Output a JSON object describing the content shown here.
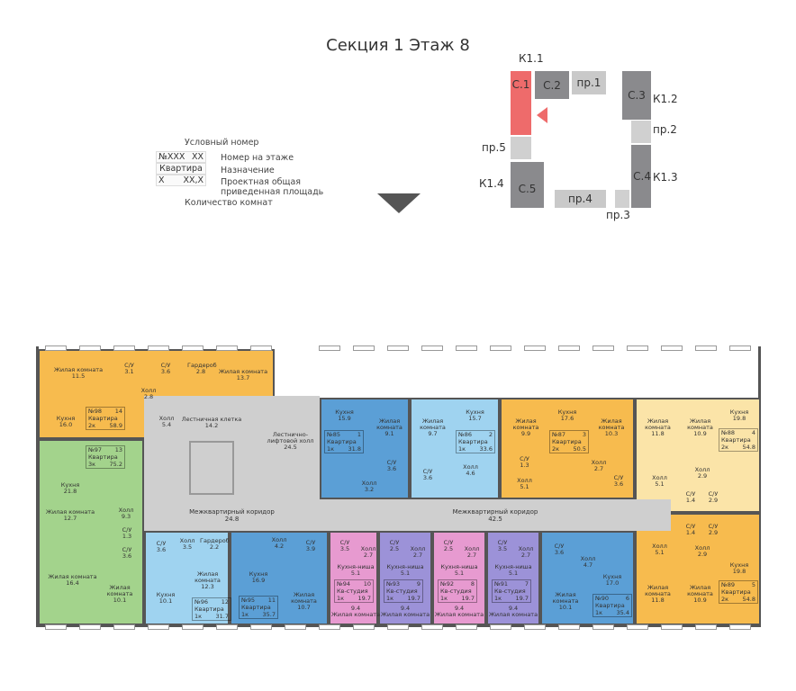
{
  "title": "Секция 1 Этаж 8",
  "legend": {
    "heading": "Условный номер",
    "box_no": "№XXX",
    "box_floor_no": "XX",
    "box_type": "Квартира",
    "box_rooms": "X",
    "box_area": "XX,X",
    "floor_no": "Номер на этаже",
    "purpose": "Назначение",
    "area": "Проектная общая приведенная площадь",
    "rooms": "Количество комнат"
  },
  "key_plan": {
    "k1_1": "К1.1",
    "k1_2": "К1.2",
    "k1_3": "К1.3",
    "k1_4": "К1.4",
    "c1": "С.1",
    "c2": "С.2",
    "c3": "С.3",
    "c4": "С.4",
    "c5": "С.5",
    "pr1": "пр.1",
    "pr2": "пр.2",
    "pr3": "пр.3",
    "pr4": "пр.4",
    "pr5": "пр.5",
    "active_color": "#ee6b6b"
  },
  "core": {
    "stair": {
      "name": "Лестничная клетка",
      "area": "14.2"
    },
    "lift_hall": {
      "name": "Лестнично-лифтовой холл",
      "area": "24.5"
    },
    "corridor_left": {
      "name": "Межквартирный коридор",
      "area": "24.8"
    },
    "corridor_right": {
      "name": "Межквартирный коридор",
      "area": "42.5"
    }
  },
  "units": [
    {
      "no": "№98",
      "floor_no": "14",
      "type": "Квартира",
      "rooms": "2к",
      "area": "58.9",
      "color": "#f7bb4e",
      "rooms_list": [
        {
          "name": "Жилая комната",
          "area": "11.5"
        },
        {
          "name": "С/У",
          "area": "3.1"
        },
        {
          "name": "С/У",
          "area": "3.6"
        },
        {
          "name": "Гардероб",
          "area": "2.8"
        },
        {
          "name": "Жилая комната",
          "area": "13.7"
        },
        {
          "name": "Холл",
          "area": "2.8"
        },
        {
          "name": "Кухня",
          "area": "16.0"
        },
        {
          "name": "Холл",
          "area": "5.4"
        }
      ]
    },
    {
      "no": "№97",
      "floor_no": "13",
      "type": "Квартира",
      "rooms": "3к",
      "area": "75.2",
      "color": "#a3d38c",
      "rooms_list": [
        {
          "name": "Кухня",
          "area": "21.8"
        },
        {
          "name": "Жилая комната",
          "area": "12.7"
        },
        {
          "name": "Холл",
          "area": "9.3"
        },
        {
          "name": "С/У",
          "area": "1.3"
        },
        {
          "name": "С/У",
          "area": "3.6"
        },
        {
          "name": "Жилая комната",
          "area": "16.4"
        },
        {
          "name": "Жилая комната",
          "area": "10.1"
        }
      ]
    },
    {
      "no": "№85",
      "floor_no": "1",
      "type": "Квартира",
      "rooms": "1к",
      "area": "31.8",
      "color": "#5b9fd6",
      "rooms_list": [
        {
          "name": "Кухня",
          "area": "15.9"
        },
        {
          "name": "Жилая комната",
          "area": "9.1"
        },
        {
          "name": "С/У",
          "area": "3.6"
        },
        {
          "name": "Холл",
          "area": "3.2"
        }
      ]
    },
    {
      "no": "№86",
      "floor_no": "2",
      "type": "Квартира",
      "rooms": "1к",
      "area": "33.6",
      "color": "#9fd3f0",
      "rooms_list": [
        {
          "name": "Жилая комната",
          "area": "9.7"
        },
        {
          "name": "Кухня",
          "area": "15.7"
        },
        {
          "name": "С/У",
          "area": "3.6"
        },
        {
          "name": "Холл",
          "area": "4.6"
        }
      ]
    },
    {
      "no": "№87",
      "floor_no": "3",
      "type": "Квартира",
      "rooms": "2к",
      "area": "50.5",
      "color": "#f7bb4e",
      "rooms_list": [
        {
          "name": "Жилая комната",
          "area": "9.9"
        },
        {
          "name": "Кухня",
          "area": "17.6"
        },
        {
          "name": "Жилая комната",
          "area": "10.3"
        },
        {
          "name": "С/У",
          "area": "1.3"
        },
        {
          "name": "Холл",
          "area": "5.1"
        },
        {
          "name": "Холл",
          "area": "2.7"
        },
        {
          "name": "С/У",
          "area": "3.6"
        }
      ]
    },
    {
      "no": "№88",
      "floor_no": "4",
      "type": "Квартира",
      "rooms": "2к",
      "area": "54.8",
      "color": "#fbe4a8",
      "rooms_list": [
        {
          "name": "Жилая комната",
          "area": "11.8"
        },
        {
          "name": "Жилая комната",
          "area": "10.9"
        },
        {
          "name": "Кухня",
          "area": "19.8"
        },
        {
          "name": "Холл",
          "area": "5.1"
        },
        {
          "name": "Холл",
          "area": "2.9"
        },
        {
          "name": "С/У",
          "area": "1.4"
        },
        {
          "name": "С/У",
          "area": "2.9"
        }
      ]
    },
    {
      "no": "№89",
      "floor_no": "5",
      "type": "Квартира",
      "rooms": "2к",
      "area": "54.8",
      "color": "#f7bb4e",
      "rooms_list": [
        {
          "name": "С/У",
          "area": "1.4"
        },
        {
          "name": "С/У",
          "area": "2.9"
        },
        {
          "name": "Холл",
          "area": "5.1"
        },
        {
          "name": "Холл",
          "area": "2.9"
        },
        {
          "name": "Жилая комната",
          "area": "11.8"
        },
        {
          "name": "Жилая комната",
          "area": "10.9"
        },
        {
          "name": "Кухня",
          "area": "19.8"
        }
      ]
    },
    {
      "no": "№90",
      "floor_no": "6",
      "type": "Квартира",
      "rooms": "1к",
      "area": "35.4",
      "color": "#5b9fd6",
      "rooms_list": [
        {
          "name": "С/У",
          "area": "3.6"
        },
        {
          "name": "Холл",
          "area": "4.7"
        },
        {
          "name": "Кухня",
          "area": "17.0"
        },
        {
          "name": "Жилая комната",
          "area": "10.1"
        }
      ]
    },
    {
      "no": "№91",
      "floor_no": "7",
      "type": "Кв-студия",
      "rooms": "1к",
      "area": "19.7",
      "color": "#9c92d8",
      "rooms_list": [
        {
          "name": "С/У",
          "area": "3.5"
        },
        {
          "name": "Холл",
          "area": "2.7"
        },
        {
          "name": "Кухня-ниша",
          "area": "5.1"
        },
        {
          "name": "Жилая комната",
          "area": "9.4"
        }
      ]
    },
    {
      "no": "№92",
      "floor_no": "8",
      "type": "Кв-студия",
      "rooms": "1к",
      "area": "19.7",
      "color": "#e79ad0",
      "rooms_list": [
        {
          "name": "С/У",
          "area": "2.5"
        },
        {
          "name": "Холл",
          "area": "2.7"
        },
        {
          "name": "Кухня-ниша",
          "area": "5.1"
        },
        {
          "name": "Жилая комната",
          "area": "9.4"
        }
      ]
    },
    {
      "no": "№93",
      "floor_no": "9",
      "type": "Кв-студия",
      "rooms": "1к",
      "area": "19.7",
      "color": "#9c92d8",
      "rooms_list": [
        {
          "name": "С/У",
          "area": "2.5"
        },
        {
          "name": "Холл",
          "area": "2.7"
        },
        {
          "name": "Кухня-ниша",
          "area": "5.1"
        },
        {
          "name": "Жилая комната",
          "area": "9.4"
        }
      ]
    },
    {
      "no": "№94",
      "floor_no": "10",
      "type": "Кв-студия",
      "rooms": "1к",
      "area": "19.7",
      "color": "#e79ad0",
      "rooms_list": [
        {
          "name": "С/У",
          "area": "3.5"
        },
        {
          "name": "Холл",
          "area": "2.7"
        },
        {
          "name": "Кухня-ниша",
          "area": "5.1"
        },
        {
          "name": "Жилая комната",
          "area": "9.4"
        }
      ]
    },
    {
      "no": "№95",
      "floor_no": "11",
      "type": "Квартира",
      "rooms": "1к",
      "area": "35.7",
      "color": "#5b9fd6",
      "rooms_list": [
        {
          "name": "Холл",
          "area": "4.2"
        },
        {
          "name": "С/У",
          "area": "3.9"
        },
        {
          "name": "Кухня",
          "area": "16.9"
        },
        {
          "name": "Жилая комната",
          "area": "10.7"
        }
      ]
    },
    {
      "no": "№96",
      "floor_no": "12",
      "type": "Квартира",
      "rooms": "1к",
      "area": "31.7",
      "color": "#9fd3f0",
      "rooms_list": [
        {
          "name": "С/У",
          "area": "3.6"
        },
        {
          "name": "Холл",
          "area": "3.5"
        },
        {
          "name": "Гардероб",
          "area": "2.2"
        },
        {
          "name": "Жилая комната",
          "area": "12.3"
        },
        {
          "name": "Кухня",
          "area": "10.1"
        }
      ]
    }
  ]
}
